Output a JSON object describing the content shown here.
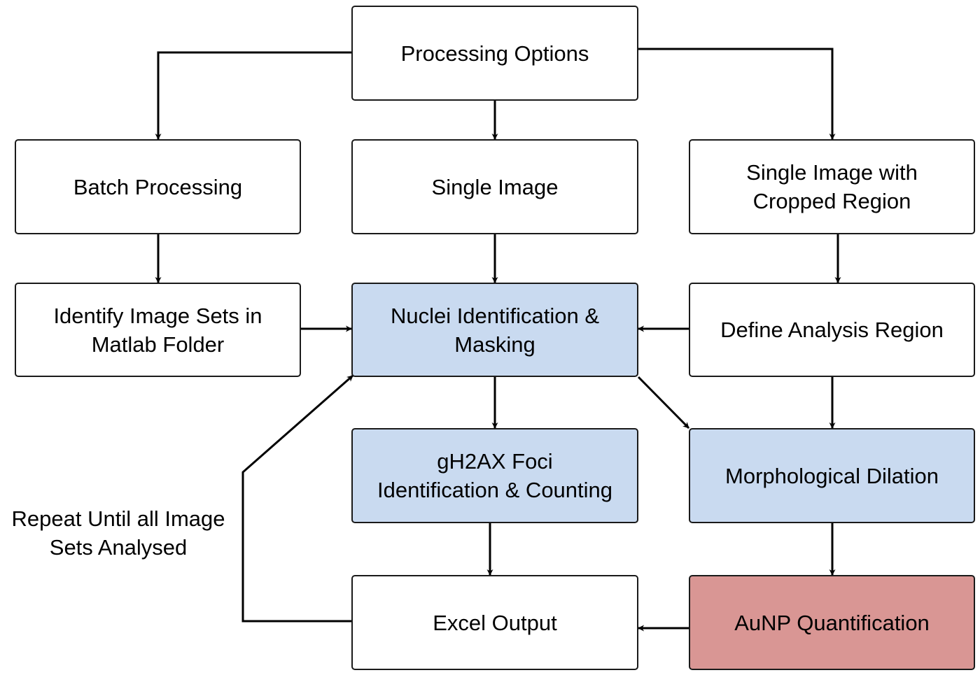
{
  "colors": {
    "default_fill": "#ffffff",
    "process_fill": "#c9daf0",
    "output_fill": "#d99694",
    "stroke": "#1a1a1a"
  },
  "nodes": {
    "processing_options": {
      "label": "Processing Options",
      "fill": "#ffffff"
    },
    "batch_processing": {
      "label": "Batch Processing",
      "fill": "#ffffff"
    },
    "single_image": {
      "label": "Single Image",
      "fill": "#ffffff"
    },
    "single_image_cropped": {
      "label": "Single Image with\nCropped Region",
      "fill": "#ffffff"
    },
    "identify_image_sets": {
      "label": "Identify Image Sets in\nMatlab Folder",
      "fill": "#ffffff"
    },
    "nuclei_identification": {
      "label": "Nuclei Identification &\nMasking",
      "fill": "#c9daf0"
    },
    "define_analysis_region": {
      "label": "Define Analysis Region",
      "fill": "#ffffff"
    },
    "gh2ax_foci": {
      "label": "gH2AX Foci\nIdentification & Counting",
      "fill": "#c9daf0"
    },
    "morphological_dilation": {
      "label": "Morphological Dilation",
      "fill": "#c9daf0"
    },
    "excel_output": {
      "label": "Excel Output",
      "fill": "#ffffff"
    },
    "aunp_quantification": {
      "label": "AuNP Quantification",
      "fill": "#d99694"
    }
  },
  "loop_label": "Repeat Until all Image\nSets Analysed"
}
